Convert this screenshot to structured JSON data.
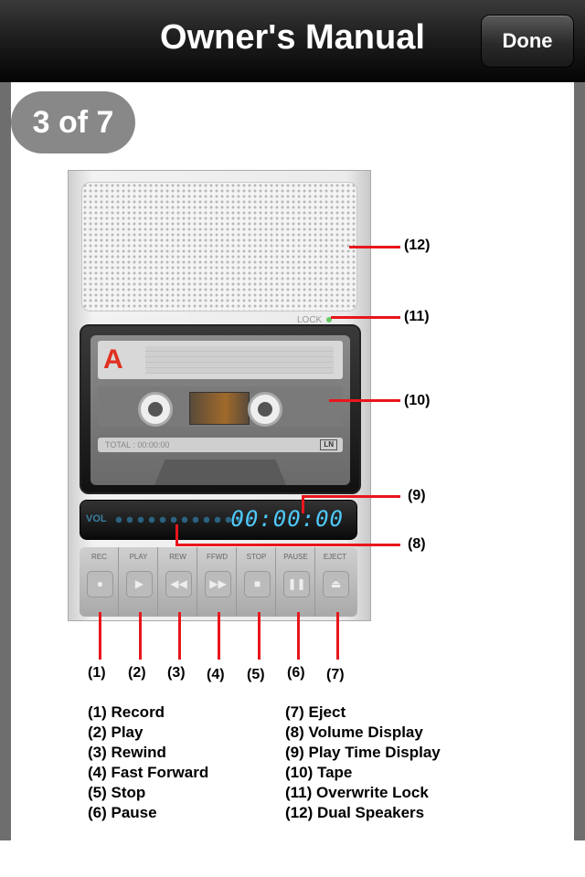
{
  "nav": {
    "title": "Owner's Manual",
    "done_label": "Done"
  },
  "page_indicator": "3 of 7",
  "device": {
    "lock_label": "LOCK",
    "side_label": "A",
    "total_label": "TOTAL :   00:00:00",
    "ln_label": "LN",
    "vol_label": "VOL",
    "time_display": "00:00:00",
    "buttons": [
      {
        "label": "REC",
        "icon": "record-icon",
        "glyph": "●"
      },
      {
        "label": "PLAY",
        "icon": "play-icon",
        "glyph": "▶"
      },
      {
        "label": "REW",
        "icon": "rewind-icon",
        "glyph": "◀◀"
      },
      {
        "label": "FFWD",
        "icon": "fast-forward-icon",
        "glyph": "▶▶"
      },
      {
        "label": "STOP",
        "icon": "stop-icon",
        "glyph": "■"
      },
      {
        "label": "PAUSE",
        "icon": "pause-icon",
        "glyph": "❚❚"
      },
      {
        "label": "EJECT",
        "icon": "eject-icon",
        "glyph": "⏏"
      }
    ]
  },
  "callouts": [
    "(1)",
    "(2)",
    "(3)",
    "(4)",
    "(5)",
    "(6)",
    "(7)",
    "(8)",
    "(9)",
    "(10)",
    "(11)",
    "(12)"
  ],
  "legend": {
    "left": [
      "(1) Record",
      "(2) Play",
      "(3) Rewind",
      "(4) Fast Forward",
      "(5) Stop",
      "(6) Pause"
    ],
    "right": [
      "(7) Eject",
      "(8) Volume Display",
      "(9) Play Time Display",
      "(10) Tape",
      "(11) Overwrite Lock",
      "(12) Dual Speakers"
    ]
  },
  "colors": {
    "callout": "#e8161b",
    "display_text": "#4fc8f8",
    "side_a": "#e03020"
  }
}
